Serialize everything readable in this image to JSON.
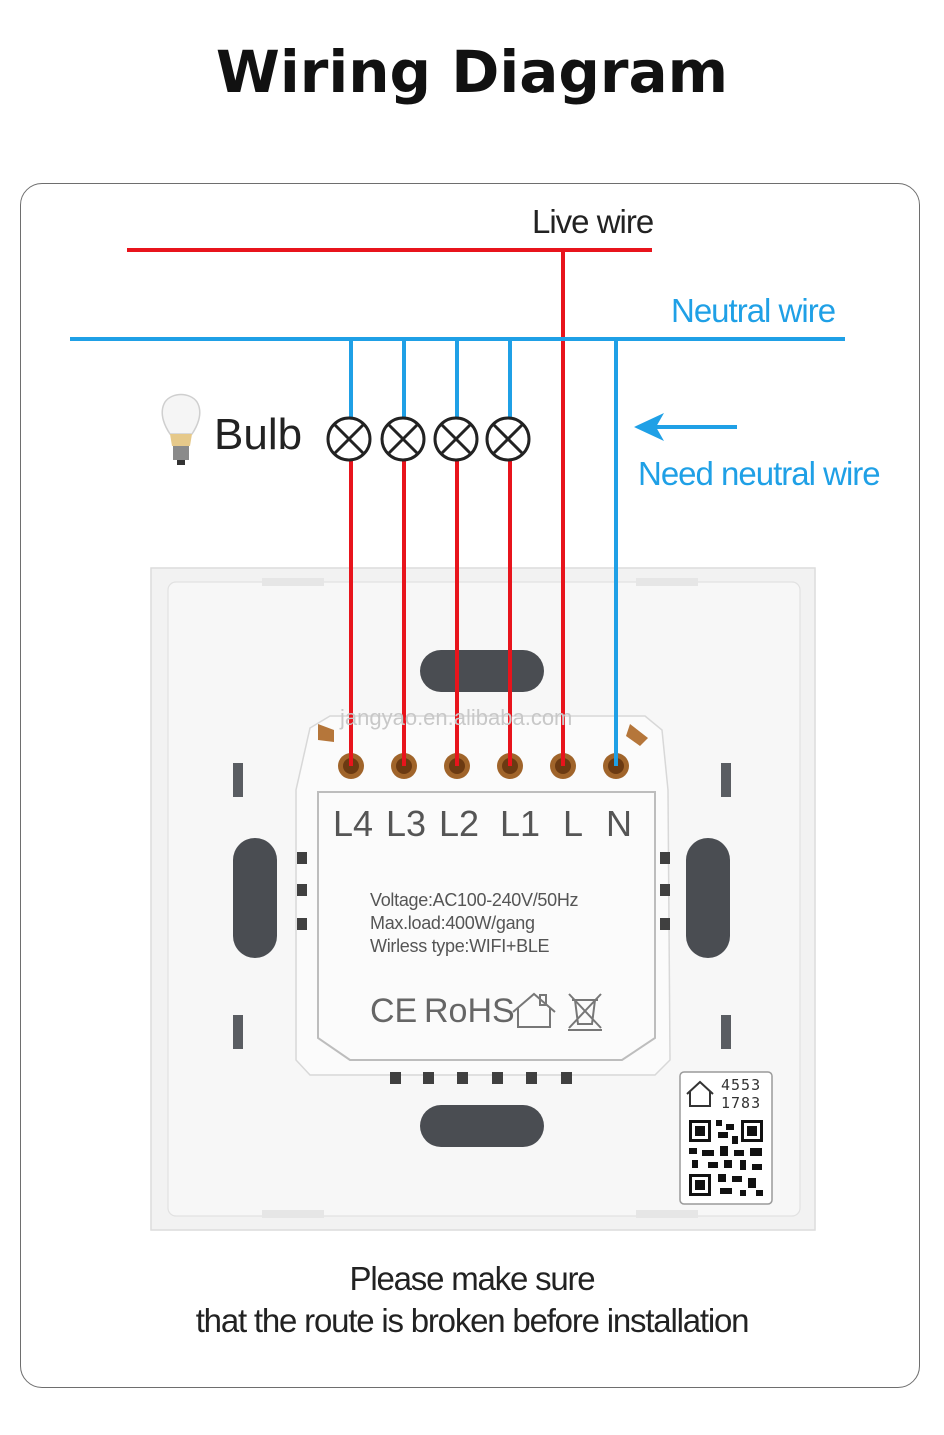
{
  "title": "Wiring Diagram",
  "labels": {
    "live_wire": "Live wire",
    "neutral_wire": "Neutral wire",
    "need_neutral": "Need neutral wire",
    "bulb": "Bulb"
  },
  "terminals": [
    "L4",
    "L3",
    "L2",
    "L1",
    "L",
    "N"
  ],
  "specs": {
    "voltage": "Voltage:AC100-240V/50Hz",
    "max_load": "Max.load:400W/gang",
    "wireless": "Wirless type:WIFI+BLE"
  },
  "certifications": [
    "CE",
    "RoHS"
  ],
  "watermark": "jangyao.en.alibaba.com",
  "qr_code": {
    "line1": "4553",
    "line2": "1783"
  },
  "note": {
    "line1": "Please make sure",
    "line2": "that the route is broken before installation"
  },
  "colors": {
    "live": "#e8141c",
    "neutral": "#1fa0e6",
    "arrow": "#1fa0e6"
  },
  "icons": [
    "bulb-icon",
    "lamp-symbol-icon",
    "arrow-left-icon",
    "home-icon",
    "weee-bin-icon",
    "qr-code-icon"
  ]
}
